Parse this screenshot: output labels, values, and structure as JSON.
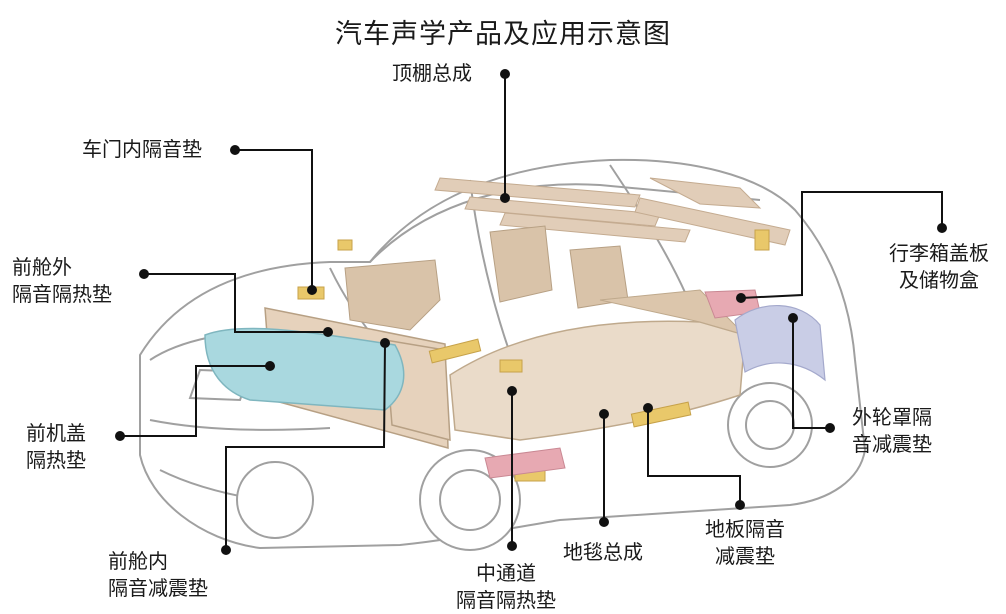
{
  "title": "汽车声学产品及应用示意图",
  "labels": {
    "headliner": [
      "顶棚总成"
    ],
    "door": [
      "车门内隔音垫"
    ],
    "front_outer": [
      "前舱外",
      "隔音隔热垫"
    ],
    "hood": [
      "前机盖",
      "隔热垫"
    ],
    "front_inner": [
      "前舱内",
      "隔音减震垫"
    ],
    "tunnel": [
      "中通道",
      "隔音隔热垫"
    ],
    "carpet": [
      "地毯总成"
    ],
    "floor": [
      "地板隔音",
      "减震垫"
    ],
    "wheel_house": [
      "外轮罩隔",
      "音减震垫"
    ],
    "trunk": [
      "行李箱盖板",
      "及储物盒"
    ]
  },
  "colors": {
    "pad_beige": "#e9d7c6",
    "pad_tan": "#d9c3a9",
    "hood_blue": "#a9d8df",
    "insulator_yellow": "#e9c86a",
    "pink_part": "#e7a9b2",
    "wheel_blue": "#c9cde6",
    "car_outline": "#9c9c9c",
    "leader": "#111111"
  }
}
